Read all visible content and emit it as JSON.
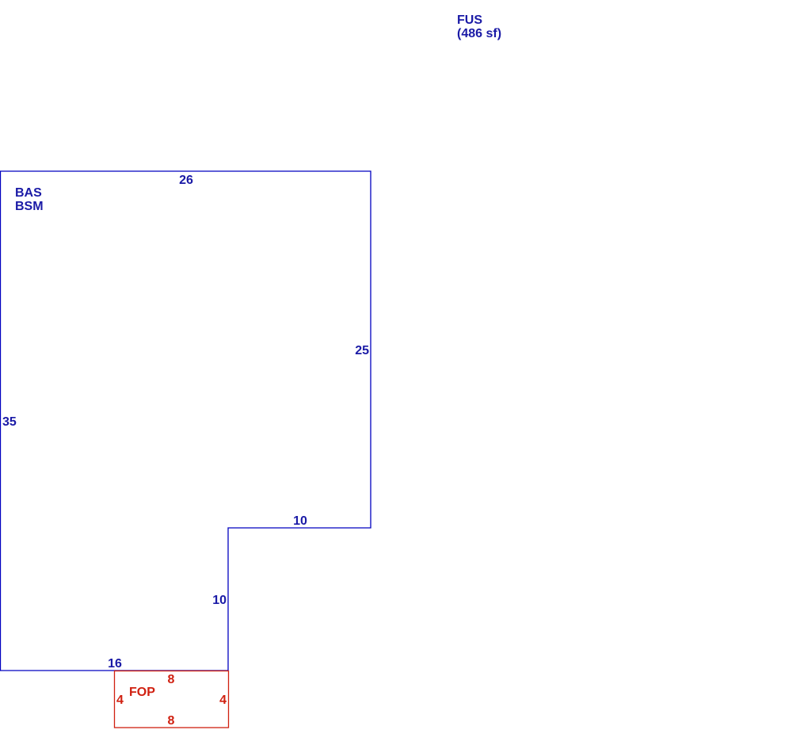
{
  "colors": {
    "main_structure": "#0000c0",
    "porch": "#d02010",
    "background": "#ffffff"
  },
  "floor_label": {
    "code": "FUS",
    "area": "(486 sf)"
  },
  "main_area": {
    "codes": [
      "BAS",
      "BSM"
    ],
    "dimensions": {
      "top": "26",
      "right_upper": "25",
      "left": "35",
      "step_horizontal": "10",
      "step_vertical": "10",
      "bottom": "16"
    }
  },
  "porch_area": {
    "code": "FOP",
    "dimensions": {
      "top": "8",
      "bottom": "8",
      "left": "4",
      "right": "4"
    }
  }
}
